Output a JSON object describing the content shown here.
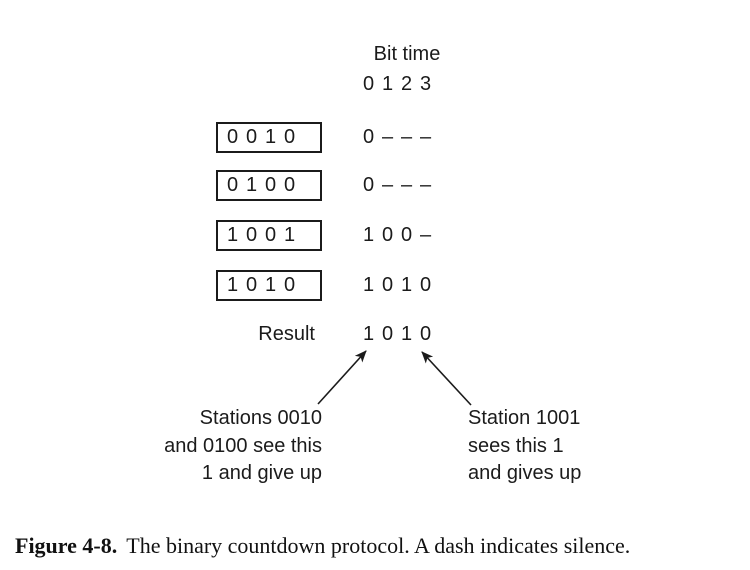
{
  "colors": {
    "ink": "#1b1b1b",
    "background": "#ffffff"
  },
  "header": {
    "bit_time_label": "Bit time",
    "ticks": [
      "0",
      "1",
      "2",
      "3"
    ]
  },
  "stations": [
    {
      "address": [
        "0",
        "0",
        "1",
        "0"
      ],
      "bits": [
        "0",
        "–",
        "–",
        "–"
      ]
    },
    {
      "address": [
        "0",
        "1",
        "0",
        "0"
      ],
      "bits": [
        "0",
        "–",
        "–",
        "–"
      ]
    },
    {
      "address": [
        "1",
        "0",
        "0",
        "1"
      ],
      "bits": [
        "1",
        "0",
        "0",
        "–"
      ]
    },
    {
      "address": [
        "1",
        "0",
        "1",
        "0"
      ],
      "bits": [
        "1",
        "0",
        "1",
        "0"
      ]
    }
  ],
  "result": {
    "label": "Result",
    "bits": [
      "1",
      "0",
      "1",
      "0"
    ]
  },
  "annotations": {
    "left": {
      "line1": "Stations 0010",
      "line2": "and 0100 see this",
      "line3": "1 and give up"
    },
    "right": {
      "line1": "Station 1001",
      "line2": "sees this 1",
      "line3": "and gives up"
    }
  },
  "caption": {
    "label": "Figure 4-8.",
    "text": "The binary countdown protocol. A dash indicates silence."
  }
}
